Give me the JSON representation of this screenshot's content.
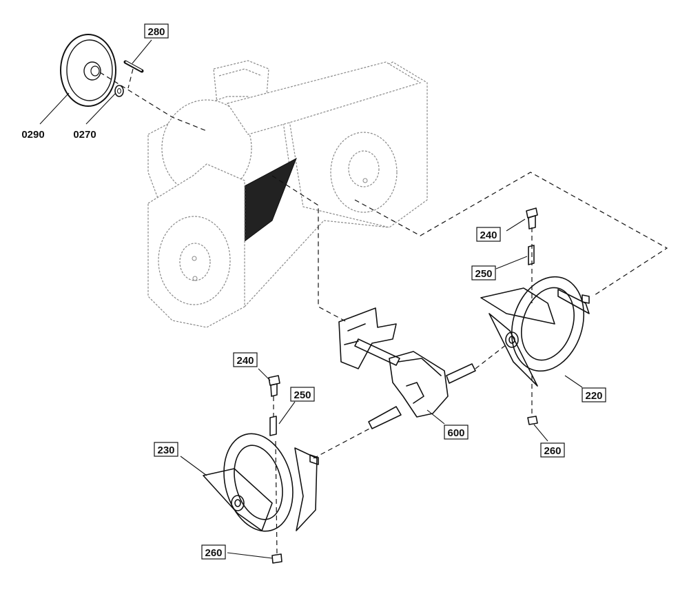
{
  "callouts": {
    "c280": "280",
    "c0290": "0290",
    "c0270": "0270",
    "c240a": "240",
    "c250a": "250",
    "c220": "220",
    "c260a": "260",
    "c600": "600",
    "c240b": "240",
    "c250b": "250",
    "c230": "230",
    "c260b": "260"
  }
}
